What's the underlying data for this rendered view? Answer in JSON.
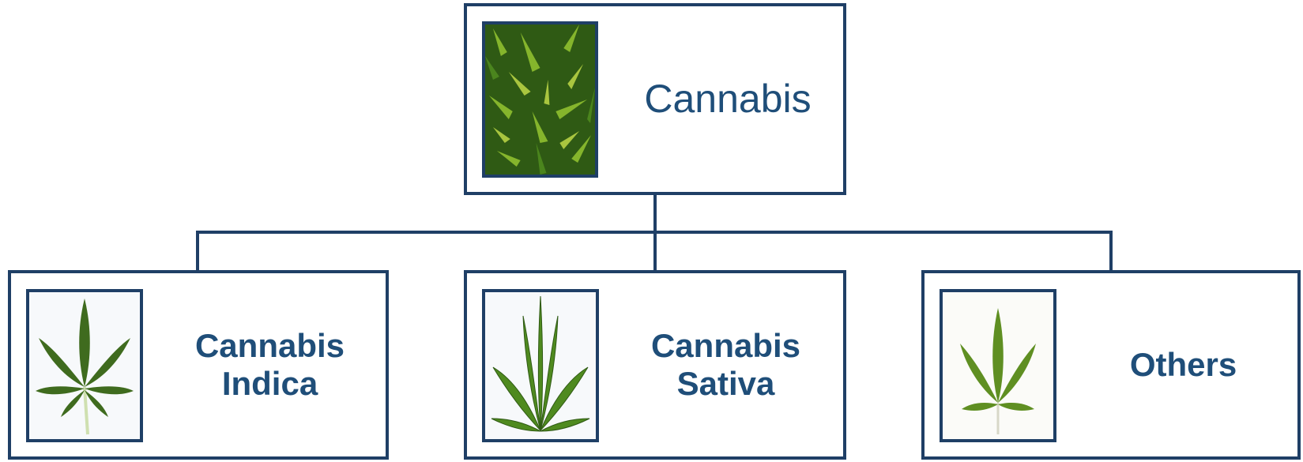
{
  "diagram": {
    "root": {
      "label": "Cannabis",
      "image": "cannabis-leaves-photo"
    },
    "children": [
      {
        "label_line1": "Cannabis",
        "label_line2": "Indica",
        "image": "indica-leaf-photo"
      },
      {
        "label_line1": "Cannabis",
        "label_line2": "Sativa",
        "image": "sativa-leaf-photo"
      },
      {
        "label_line1": "Others",
        "label_line2": "",
        "image": "other-leaf-photo"
      }
    ],
    "colors": {
      "border": "#1f3f66",
      "text": "#1f4e79",
      "leaf_dark": "#3f6b1e",
      "leaf_light": "#8fbf2f"
    }
  }
}
